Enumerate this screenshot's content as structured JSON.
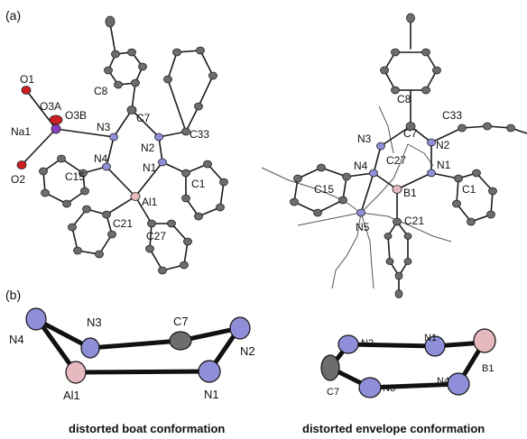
{
  "panel_a_label": "(a)",
  "panel_b_label": "(b)",
  "left_structure_labels": {
    "O1": "O1",
    "O3A": "O3A",
    "O3B": "O3B",
    "Na1": "Na1",
    "O2": "O2",
    "C8": "C8",
    "N3": "N3",
    "C7": "C7",
    "N2": "N2",
    "C33": "C33",
    "N4": "N4",
    "N1": "N1",
    "C15": "C15",
    "Al1": "Al1",
    "C1": "C1",
    "C21": "C21",
    "C27": "C27"
  },
  "right_structure_labels": {
    "C8": "C8",
    "C7": "C7",
    "C33": "C33",
    "N3": "N3",
    "N2": "N2",
    "N4": "N4",
    "C27": "C27",
    "N1": "N1",
    "C15": "C15",
    "B1": "B1",
    "C1": "C1",
    "C21": "C21",
    "N5": "N5"
  },
  "boat_labels": {
    "N4": "N4",
    "N3": "N3",
    "C7": "C7",
    "N2": "N2",
    "Al1": "Al1",
    "N1": "N1"
  },
  "envelope_labels": {
    "N2": "N2",
    "N1": "N1",
    "B1": "B1",
    "C7": "C7",
    "N3": "N3",
    "N4": "N4"
  },
  "captions": {
    "boat": "distorted boat conformation",
    "envelope": "distorted envelope conformation"
  },
  "colors": {
    "carbon": "#6d6d6d",
    "nitrogen": "#8f8fd9",
    "aluminium": "#e6b9be",
    "boron": "#e6b9be",
    "oxygen": "#cc2020",
    "sodium": "#8a3dbd"
  }
}
